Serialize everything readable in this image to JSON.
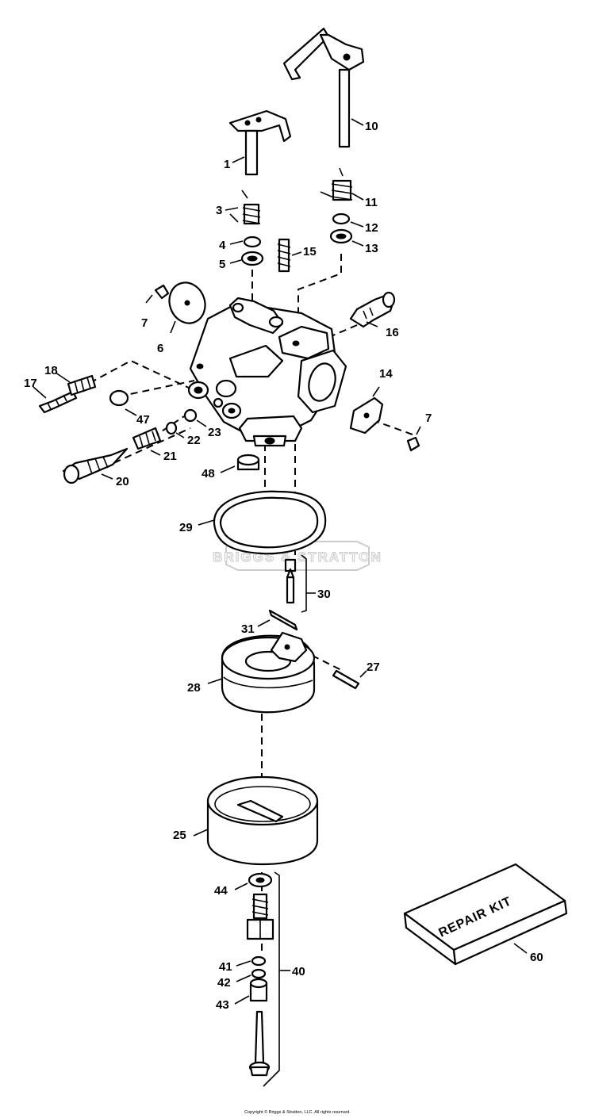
{
  "watermark": "BRIGGS & STRATTON",
  "repair_kit_label": "REPAIR KIT",
  "copyright": "Copyright © Briggs & Stratton, LLC. All rights reserved.",
  "callouts": {
    "c1": "1",
    "c3": "3",
    "c4": "4",
    "c5": "5",
    "c6": "6",
    "c7a": "7",
    "c7b": "7",
    "c10": "10",
    "c11": "11",
    "c12": "12",
    "c13": "13",
    "c14": "14",
    "c15": "15",
    "c16": "16",
    "c17": "17",
    "c18": "18",
    "c20": "20",
    "c21": "21",
    "c22": "22",
    "c23": "23",
    "c25": "25",
    "c27": "27",
    "c28": "28",
    "c29": "29",
    "c30": "30",
    "c31": "31",
    "c40": "40",
    "c41": "41",
    "c42": "42",
    "c43": "43",
    "c44": "44",
    "c47": "47",
    "c48": "48",
    "c60": "60"
  }
}
